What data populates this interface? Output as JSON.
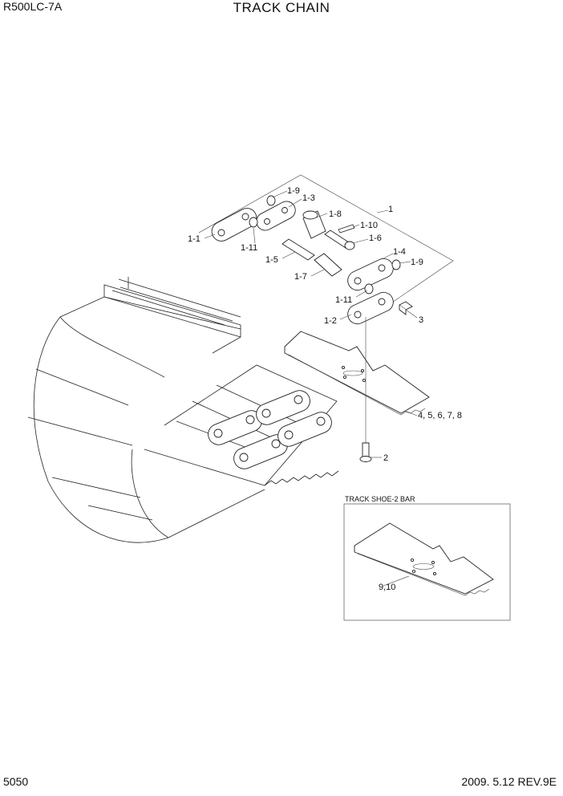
{
  "header": {
    "model": "R500LC-7A",
    "title": "TRACK CHAIN"
  },
  "footer": {
    "page": "5050",
    "revision": "2009. 5.12  REV.9E"
  },
  "inset": {
    "title": "TRACK SHOE-2 BAR"
  },
  "callouts": [
    {
      "id": "c-1-9a",
      "text": "1-9"
    },
    {
      "id": "c-1-3",
      "text": "1-3"
    },
    {
      "id": "c-1",
      "text": "1"
    },
    {
      "id": "c-1-8",
      "text": "1-8"
    },
    {
      "id": "c-1-10",
      "text": "1-10"
    },
    {
      "id": "c-1-1",
      "text": "1-1"
    },
    {
      "id": "c-1-6",
      "text": "1-6"
    },
    {
      "id": "c-1-11a",
      "text": "1-11"
    },
    {
      "id": "c-1-4",
      "text": "1-4"
    },
    {
      "id": "c-1-5",
      "text": "1-5"
    },
    {
      "id": "c-1-9b",
      "text": "1-9"
    },
    {
      "id": "c-1-7",
      "text": "1-7"
    },
    {
      "id": "c-1-11b",
      "text": "1-11"
    },
    {
      "id": "c-3",
      "text": "3"
    },
    {
      "id": "c-1-2",
      "text": "1-2"
    },
    {
      "id": "c-4-8",
      "text": "4, 5, 6, 7, 8"
    },
    {
      "id": "c-2",
      "text": "2"
    },
    {
      "id": "c-9-10",
      "text": "9,10"
    }
  ]
}
